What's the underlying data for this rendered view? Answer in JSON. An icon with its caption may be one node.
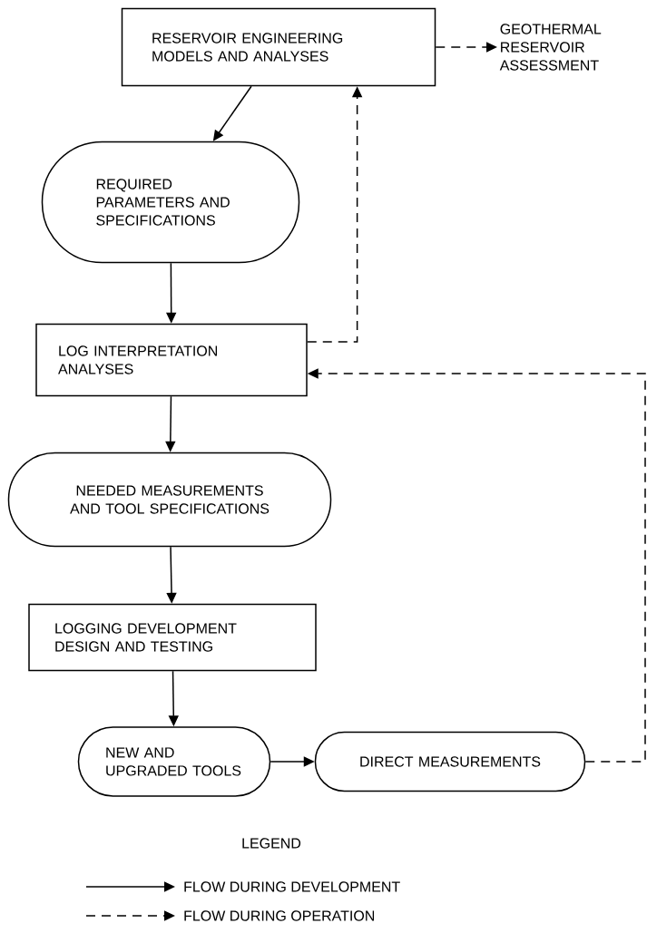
{
  "diagram": {
    "nodes": [
      {
        "text": [
          "RESERVOIR ENGINEERING MODELS AND ANALYSES"
        ]
      },
      {
        "text": [
          "GEOTHERMAL RESERVOIR ASSESSMENT"
        ]
      },
      {
        "text": [
          "REQUIRED PARAMETERS AND SPECIFICATIONS"
        ]
      },
      {
        "text": [
          "LOG INTERPRETATION ANALYSES"
        ]
      },
      {
        "text": [
          "NEEDED MEASUREMENTS AND TOOL SPECIFICATIONS"
        ]
      },
      {
        "text": [
          "LOGGING DEVELOPMENT DESIGN AND TESTING"
        ]
      },
      {
        "text": [
          "NEW AND UPGRADED TOOLS"
        ]
      },
      {
        "text": [
          "DIRECT MEASUREMENTS"
        ]
      }
    ],
    "edges": [
      {
        "from": 0,
        "to": 1,
        "arrow": "to",
        "style": "dashed"
      },
      {
        "from": 0,
        "to": 2,
        "arrow": "to"
      },
      {
        "from": 2,
        "to": 3,
        "arrow": "to"
      },
      {
        "from": 3,
        "to": 0,
        "arrow": "to",
        "style": "dashed"
      },
      {
        "from": 7,
        "to": 3,
        "arrow": "to",
        "style": "dashed"
      },
      {
        "from": 3,
        "to": 4,
        "arrow": "to"
      },
      {
        "from": 4,
        "to": 5,
        "arrow": "to"
      },
      {
        "from": 5,
        "to": 6,
        "arrow": "to"
      },
      {
        "from": 6,
        "to": 7,
        "arrow": "to"
      }
    ],
    "labels": [
      "LEGEND"
    ],
    "legend": [
      {
        "text": "FLOW DURING DEVELOPMENT"
      },
      {
        "text": "FLOW DURING OPERATION"
      }
    ]
  }
}
